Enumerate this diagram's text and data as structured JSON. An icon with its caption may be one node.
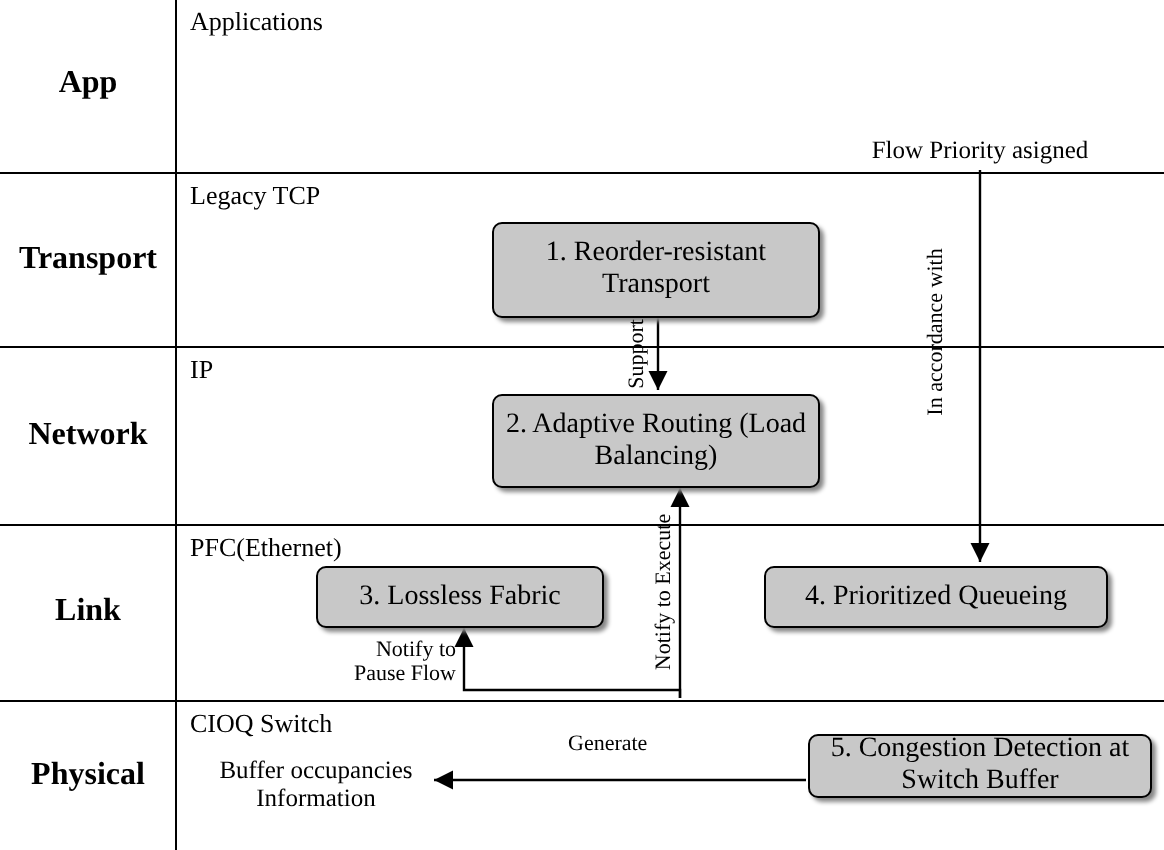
{
  "diagram": {
    "nodes": [
      {
        "text": [
          "App",
          "Applications"
        ]
      },
      {
        "text": [
          "Flow Priority asigned"
        ],
        "in": 0
      },
      {
        "text": [
          "Transport",
          "Legacy TCP"
        ]
      },
      {
        "text": [
          "1. Reorder-resistant Transport"
        ],
        "in": 2
      },
      {
        "text": [
          "Network",
          "IP"
        ]
      },
      {
        "text": [
          "2. Adaptive Routing (Load Balancing)"
        ],
        "in": 4
      },
      {
        "text": [
          "Link",
          "PFC(Ethernet)"
        ]
      },
      {
        "text": [
          "3. Lossless Fabric"
        ],
        "in": 6
      },
      {
        "text": [
          "4. Prioritized Queueing"
        ],
        "in": 6
      },
      {
        "text": [
          "Physical",
          "CIOQ Switch"
        ]
      },
      {
        "text": [
          "Buffer occupancies Information"
        ],
        "in": 9
      },
      {
        "text": [
          "5. Congestion Detection at Switch Buffer"
        ],
        "in": 9
      }
    ],
    "edges": [
      {
        "from": 3,
        "to": 5,
        "arrow": "to",
        "label": "Support"
      },
      {
        "from": 1,
        "to": 8,
        "arrow": "to",
        "label": "In accordance with"
      },
      {
        "from": 9,
        "to": 5,
        "arrow": "to",
        "label": "Notify to Execute"
      },
      {
        "from": 9,
        "to": 7,
        "arrow": "to",
        "label": "Notify to Pause Flow"
      },
      {
        "from": 11,
        "to": 10,
        "arrow": "to",
        "label": "Generate"
      }
    ]
  }
}
